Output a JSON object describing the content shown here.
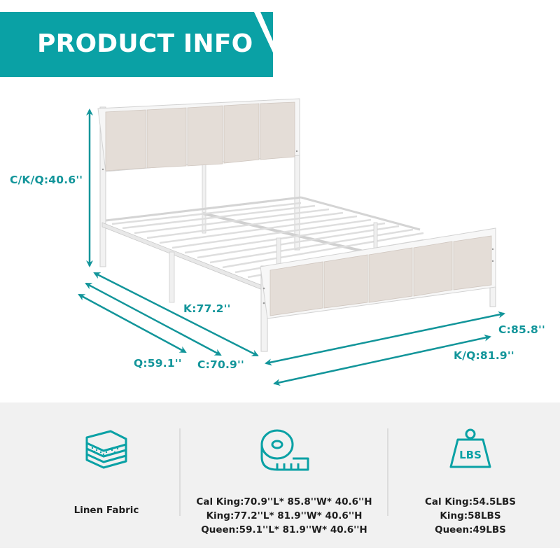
{
  "banner": {
    "title": "PRODUCT INFO",
    "color": "#0aa1a5"
  },
  "dimensions": {
    "height_label": "C/K/Q:40.6''",
    "length_king": "K:77.2''",
    "length_queen": "Q:59.1''",
    "length_calking": "C:70.9''",
    "width_calking": "C:85.8''",
    "width_king_queen": "K/Q:81.9''",
    "arrow_color": "#12959a"
  },
  "features": [
    {
      "icon": "layered-fabric-icon",
      "lines": [
        "Linen Fabric"
      ]
    },
    {
      "icon": "measuring-tape-icon",
      "lines": [
        "Cal King:70.9''L* 85.8''W* 40.6''H",
        "King:77.2''L* 81.9''W* 40.6''H",
        "Queen:59.1''L* 81.9''W* 40.6''H"
      ]
    },
    {
      "icon": "weight-lbs-icon",
      "icon_text": "LBS",
      "lines": [
        "Cal King:54.5LBS",
        "King:58LBS",
        "Queen:49LBS"
      ]
    }
  ],
  "colors": {
    "accent": "#0aa1a5",
    "panel_bg": "#f1f1f1",
    "fabric": "#e4ddd7",
    "frame": "#f4f4f4"
  }
}
